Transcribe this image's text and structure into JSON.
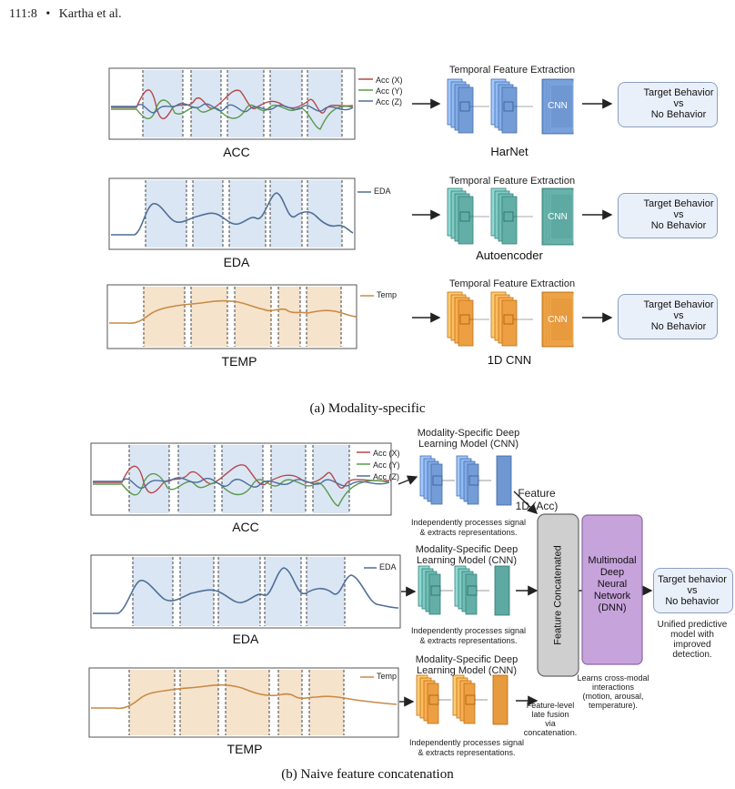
{
  "header": {
    "page": "111:8",
    "authors": "Kartha et al."
  },
  "figure_a": {
    "caption": "(a) Modality-specific",
    "rows": [
      {
        "modality": "ACC",
        "stage_title": "Temporal Feature Extraction",
        "block_label": "CNN",
        "model_name": "HarNet",
        "legend": [
          "Acc (X)",
          "Acc (Y)",
          "Acc (Z)"
        ],
        "output": {
          "line1": "Target Behavior",
          "line2": "vs",
          "line3": "No Behavior"
        }
      },
      {
        "modality": "EDA",
        "stage_title": "Temporal Feature Extraction",
        "block_label": "CNN",
        "model_name": "Autoencoder",
        "legend": [
          "EDA"
        ],
        "output": {
          "line1": "Target Behavior",
          "line2": "vs",
          "line3": "No Behavior"
        }
      },
      {
        "modality": "TEMP",
        "stage_title": "Temporal Feature Extraction",
        "block_label": "CNN",
        "model_name": "1D CNN",
        "legend": [
          "Temp"
        ],
        "output": {
          "line1": "Target Behavior",
          "line2": "vs",
          "line3": "No Behavior"
        }
      }
    ]
  },
  "figure_b": {
    "caption": "(b) Naive feature concatenation",
    "rows": [
      {
        "modality": "ACC",
        "legend": [
          "Acc (X)",
          "Acc (Y)",
          "Acc (Z)"
        ],
        "model_title_1": "Modality-Specific Deep",
        "model_title_2": "Learning Model (CNN)",
        "note_1": "Independently processes signal",
        "note_2": "& extracts representations."
      },
      {
        "modality": "EDA",
        "legend": [
          "EDA"
        ],
        "model_title_1": "Modality-Specific Deep",
        "model_title_2": "Learning Model (CNN)",
        "note_1": "Independently processes signal",
        "note_2": "& extracts representations."
      },
      {
        "modality": "TEMP",
        "legend": [
          "Temp"
        ],
        "model_title_1": "Modality-Specific Deep",
        "model_title_2": "Learning Model (CNN)",
        "note_1": "Independently processes signal",
        "note_2": "& extracts representations."
      }
    ],
    "feature_label_1": "Feature",
    "feature_label_2": "1D (Acc)",
    "concat_label": "Feature Concatenated",
    "fusion_note": [
      "Feature-level",
      "late fusion",
      "via",
      "concatenation."
    ],
    "dnn_label": [
      "Multimodal",
      "Deep",
      "Neural",
      "Network",
      "(DNN)"
    ],
    "dnn_note": [
      "Learns cross-modal",
      "interactions",
      "(motion, arousal,",
      "temperature)."
    ],
    "output": {
      "line1": "Target behavior",
      "line2": "vs",
      "line3": "No behavior"
    },
    "output_note": [
      "Unified predictive",
      "model with",
      "improved",
      "detection."
    ]
  },
  "colors": {
    "acc_x": "#b5484a",
    "acc_y": "#5a9a4a",
    "acc_z": "#4a6f9f",
    "eda": "#4f6f96",
    "temp": "#c98a45",
    "blue_block": "#6f97d2",
    "teal_block": "#5ea9a2",
    "orange_block": "#e79a3e",
    "concat_fill": "#cfcfcf",
    "dnn_fill": "#c7a3dc"
  }
}
